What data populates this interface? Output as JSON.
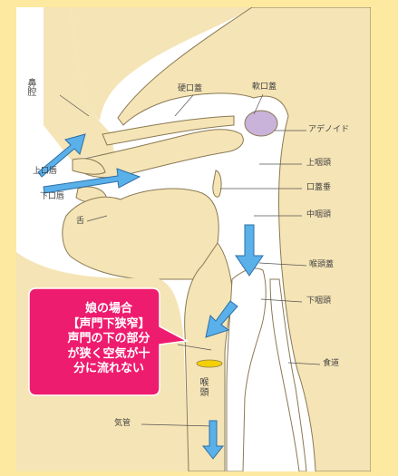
{
  "labels": {
    "nasal_cavity": "鼻腔",
    "hard_palate": "硬口蓋",
    "soft_palate": "軟口蓋",
    "adenoid": "アデノイド",
    "nasopharynx": "上咽頭",
    "uvula": "口蓋垂",
    "oropharynx": "中咽頭",
    "epiglottis": "喉頭蓋",
    "hypopharynx": "下咽頭",
    "esophagus": "食道",
    "larynx": "喉頭",
    "trachea": "気管",
    "upper_lip": "上口唇",
    "lower_lip": "下口唇",
    "tongue": "舌"
  },
  "callout": {
    "lines": [
      "娘の場合",
      "【声門下狭窄】",
      "声門の下の部分",
      "が狭く空気が十",
      "分に流れない"
    ]
  },
  "colors": {
    "background": "#fde9a0",
    "tissue": "#f5e4b5",
    "arrow": "#5ab0e8",
    "callout": "#ee1c6e",
    "adenoid": "#c9b3da",
    "stenosis": "#f5d000"
  }
}
